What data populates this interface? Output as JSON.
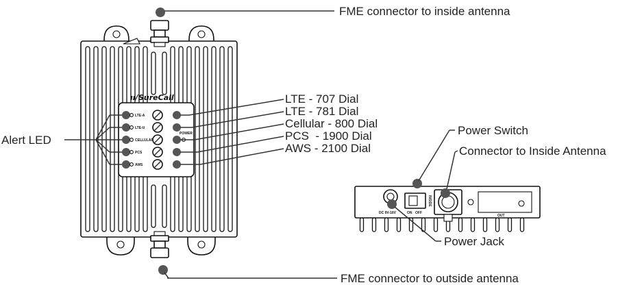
{
  "labels": {
    "fme_inside": "FME connector to inside antenna",
    "fme_outside": "FME connector to outside antenna",
    "alert_led": "Alert LED",
    "power_switch": "Power Switch",
    "connector_inside": "Connector to Inside Antenna",
    "power_jack": "Power Jack",
    "dials": [
      "LTE - 707 Dial",
      "LTE - 781 Dial",
      "Cellular - 800 Dial",
      "PCS  - 1900 Dial",
      "AWS - 2100 Dial"
    ]
  },
  "device": {
    "brand": "SureCall",
    "bands": [
      "LTE-A",
      "LTE-U",
      "CELLULAR",
      "PCS",
      "AWS"
    ],
    "port_labels": {
      "dc": "DC 9V-16V",
      "on": "ON",
      "off": "OFF",
      "inside": "INSIDE",
      "power": "POWER",
      "out": "OUT"
    }
  },
  "colors": {
    "callout_dot": "#555555",
    "line": "#333333",
    "outline": "#111111"
  }
}
